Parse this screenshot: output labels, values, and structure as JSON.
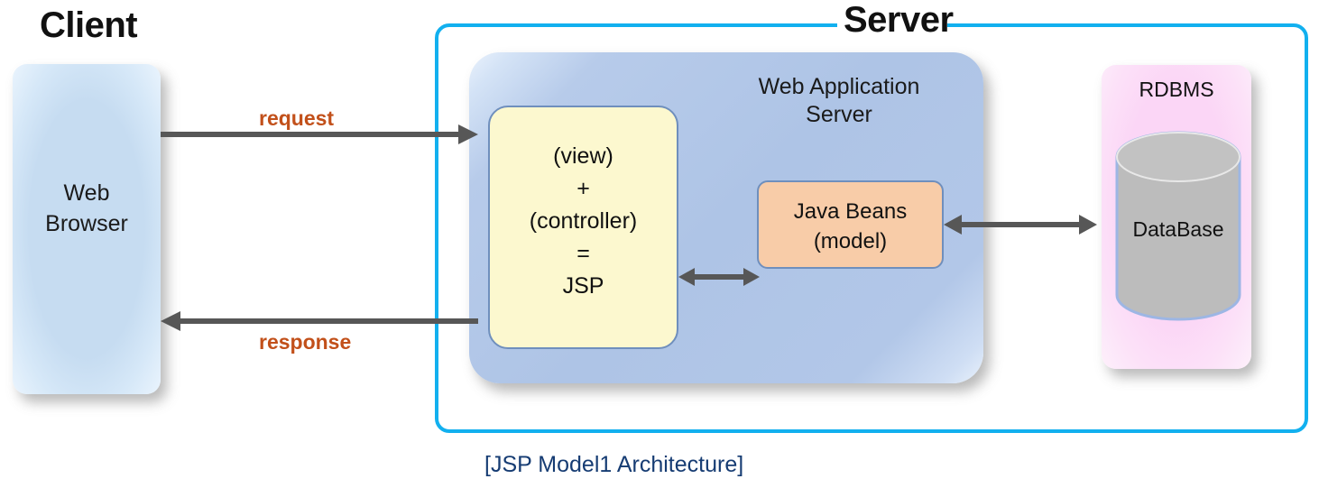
{
  "diagram": {
    "caption": "[JSP Model1 Architecture]",
    "zones": {
      "client_title": "Client",
      "server_title": "Server"
    },
    "nodes": {
      "web_browser": "Web\nBrowser",
      "web_application_server": "Web Application\nServer",
      "jsp": "(view)\n+\n(controller)\n=\nJSP",
      "java_beans": "Java Beans\n(model)",
      "rdbms": "RDBMS",
      "database": "DataBase"
    },
    "edges": {
      "request": "request",
      "response": "response"
    },
    "colors": {
      "server_border": "#12b0ef",
      "client_box": "#c6dcf1",
      "was_box": "#aec4e6",
      "jsp_box": "#fcf8cf",
      "java_beans_box": "#f8cca8",
      "rdbms_box": "#fbd6f6",
      "database_cylinder": "#bcbcbc",
      "arrow": "#575757",
      "arrow_label": "#c2501a",
      "caption": "#163c73"
    }
  }
}
